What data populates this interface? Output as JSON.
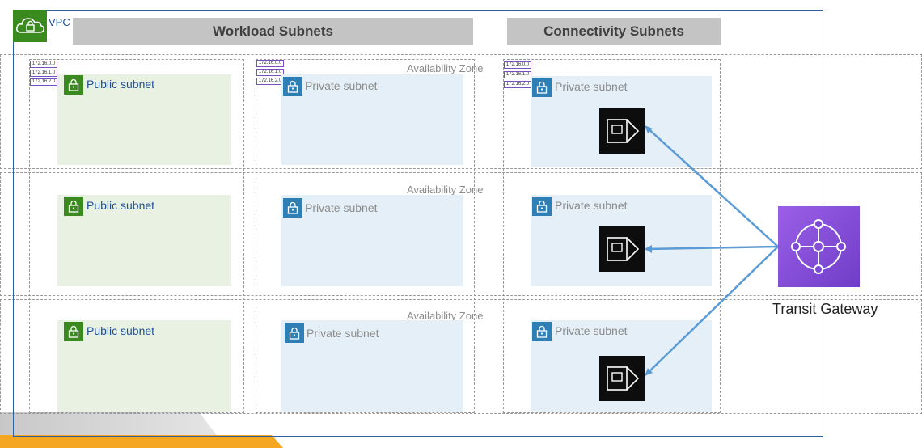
{
  "vpc": {
    "label": "VPC",
    "icon": "cloud-lock-icon"
  },
  "headers": {
    "workload": "Workload Subnets",
    "connectivity": "Connectivity Subnets"
  },
  "availability_zone_label": "Availability Zone",
  "cidrs": [
    "172.16.0.0",
    "172.16.1.0",
    "172.16.2.0"
  ],
  "subnets": {
    "public": "Public subnet",
    "private": "Private subnet"
  },
  "transit_gateway": {
    "label": "Transit Gateway",
    "icon": "transit-gateway-icon"
  },
  "colors": {
    "vpc_border": "#2f5f9e",
    "public_subnet_bg": "#e9f1e3",
    "private_subnet_bg": "#e4eff7",
    "public_icon": "#3b8a1f",
    "private_icon": "#2e7fb6",
    "transit_gateway": "#8a4fdc",
    "connector_line": "#5b9bd5",
    "accent": "#f5a623"
  }
}
